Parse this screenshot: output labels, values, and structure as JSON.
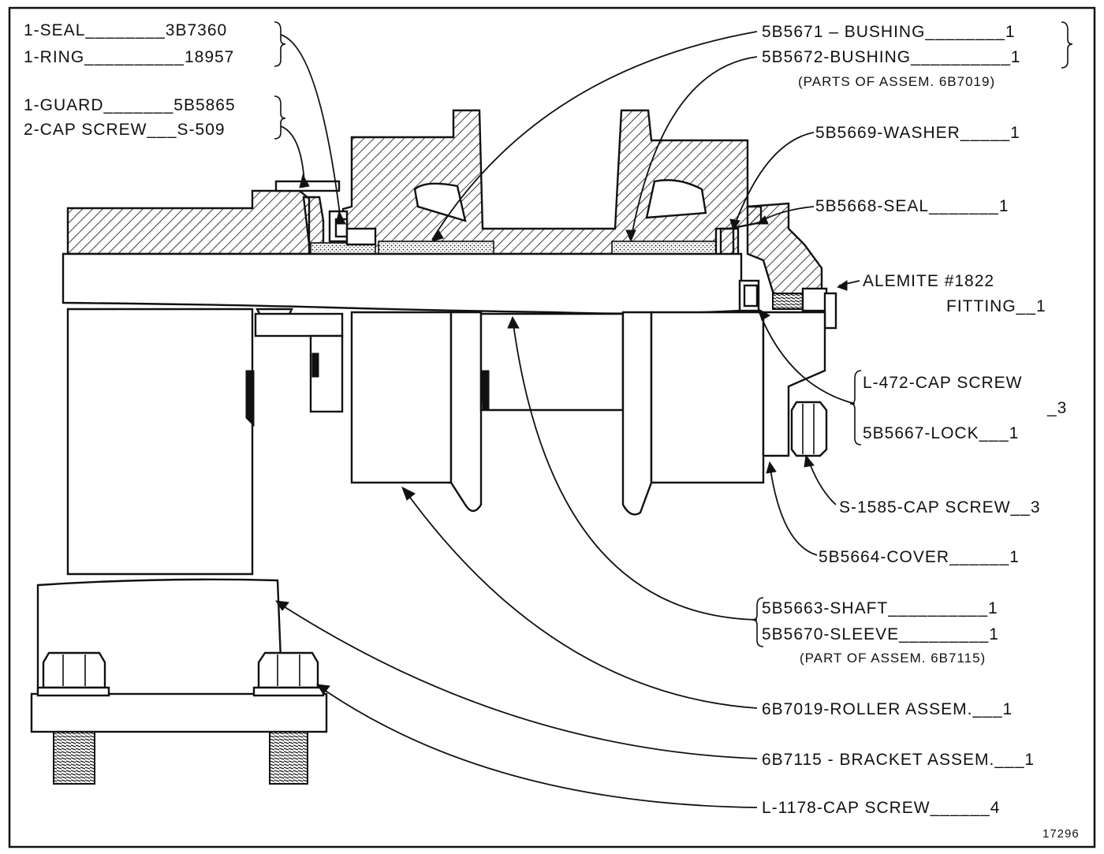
{
  "figure_number": "17296",
  "labels_left": [
    "1-SEAL________3B7360",
    "1-RING__________18957",
    "1-GUARD_______5B5865",
    "2-CAP SCREW___S-509"
  ],
  "labels_right": {
    "bushing_1": "5B5671 – BUSHING________1",
    "bushing_2": "5B5672-BUSHING__________1",
    "bushing_note": "(PARTS OF ASSEM. 6B7019)",
    "washer": "5B5669-WASHER_____1",
    "seal": "5B5668-SEAL_______1",
    "alemite_1": "ALEMITE #1822",
    "alemite_2": "FITTING__1",
    "cap_screw_l472": "L-472-CAP SCREW",
    "cap_screw_l472_qty": "_3",
    "lock": "5B5667-LOCK___1",
    "cap_screw_s1585": "S-1585-CAP SCREW__3",
    "cover": "5B5664-COVER______1",
    "shaft": "5B5663-SHAFT__________1",
    "sleeve": "5B5670-SLEEVE_________1",
    "sleeve_note": "(PART OF ASSEM. 6B7115)",
    "roller": "6B7019-ROLLER ASSEM.___1",
    "bracket": "6B7115 - BRACKET ASSEM.___1",
    "cap_screw_l1178": "L-1178-CAP SCREW______4"
  }
}
